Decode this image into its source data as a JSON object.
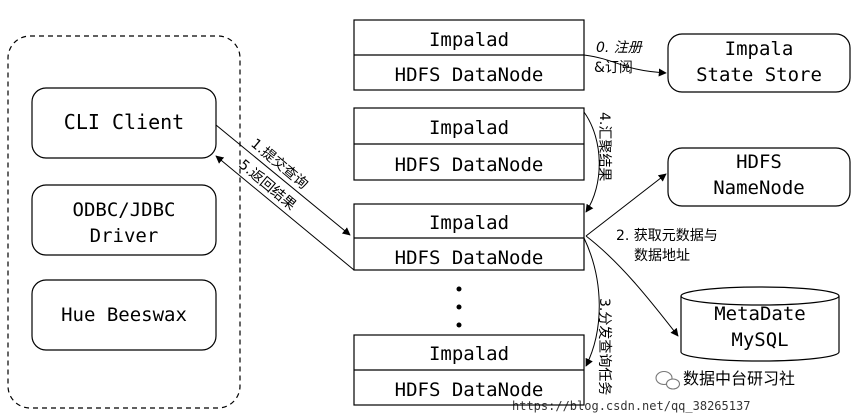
{
  "client_group": {
    "items": [
      {
        "name": "cli-client-box",
        "label": "CLI Client"
      },
      {
        "name": "odbc-jdbc-driver-box",
        "label_line1": "ODBC/JDBC",
        "label_line2": "Driver"
      },
      {
        "name": "hue-beeswax-box",
        "label": "Hue Beeswax"
      }
    ]
  },
  "nodes": {
    "impalad_label": "Impalad",
    "datanode_label": "HDFS DataNode",
    "ellipsis": "⋮"
  },
  "services": {
    "state_store": {
      "line1": "Impala",
      "line2": "State Store"
    },
    "namenode": {
      "line1": "HDFS",
      "line2": "NameNode"
    },
    "metastore": {
      "line1": "MetaDate",
      "line2": "MySQL"
    }
  },
  "edges": {
    "step0_line1": "0. 注册",
    "step0_line2": "&订阅",
    "step1": "1.提交查询",
    "step5": "5.返回结果",
    "step4": "4.汇聚结果",
    "step2_line1": "2. 获取元数据与",
    "step2_line2": "数据地址",
    "step3": "3.分发查询任务"
  },
  "watermark": {
    "brand": "数据中台研习社",
    "url": "https://blog.csdn.net/qq_38265137"
  }
}
